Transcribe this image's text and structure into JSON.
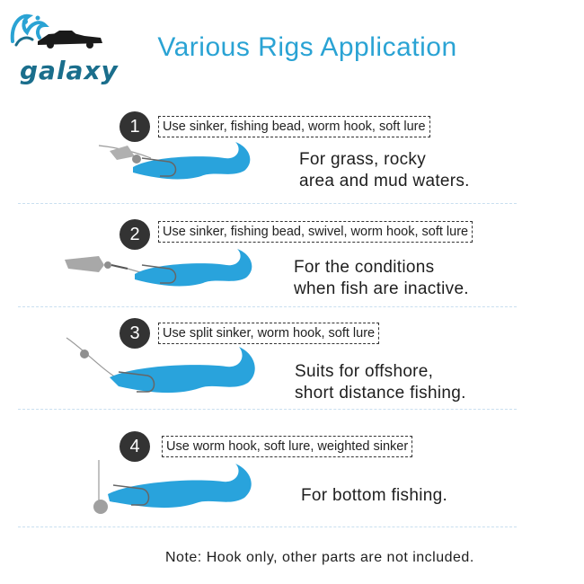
{
  "logo": {
    "text": "galaxy"
  },
  "title": "Various Rigs Application",
  "rigs": [
    {
      "number": "1",
      "parts": "Use sinker, fishing bead, worm hook, soft lure",
      "desc_line1": "For grass, rocky",
      "desc_line2": "area and mud waters."
    },
    {
      "number": "2",
      "parts": "Use sinker, fishing bead, swivel, worm hook, soft lure",
      "desc_line1": "For the conditions",
      "desc_line2": "when fish are inactive."
    },
    {
      "number": "3",
      "parts": "Use split sinker, worm hook, soft lure",
      "desc_line1": "Suits for offshore,",
      "desc_line2": "short distance fishing."
    },
    {
      "number": "4",
      "parts": "Use worm hook, soft lure, weighted sinker",
      "desc_line1": "For bottom fishing.",
      "desc_line2": ""
    }
  ],
  "note": "Note: Hook only, other parts are not included.",
  "colors": {
    "title": "#2aa3d4",
    "lure": "#29a3dc",
    "logo": "#1a6e8c",
    "divider": "#c9dff0"
  }
}
